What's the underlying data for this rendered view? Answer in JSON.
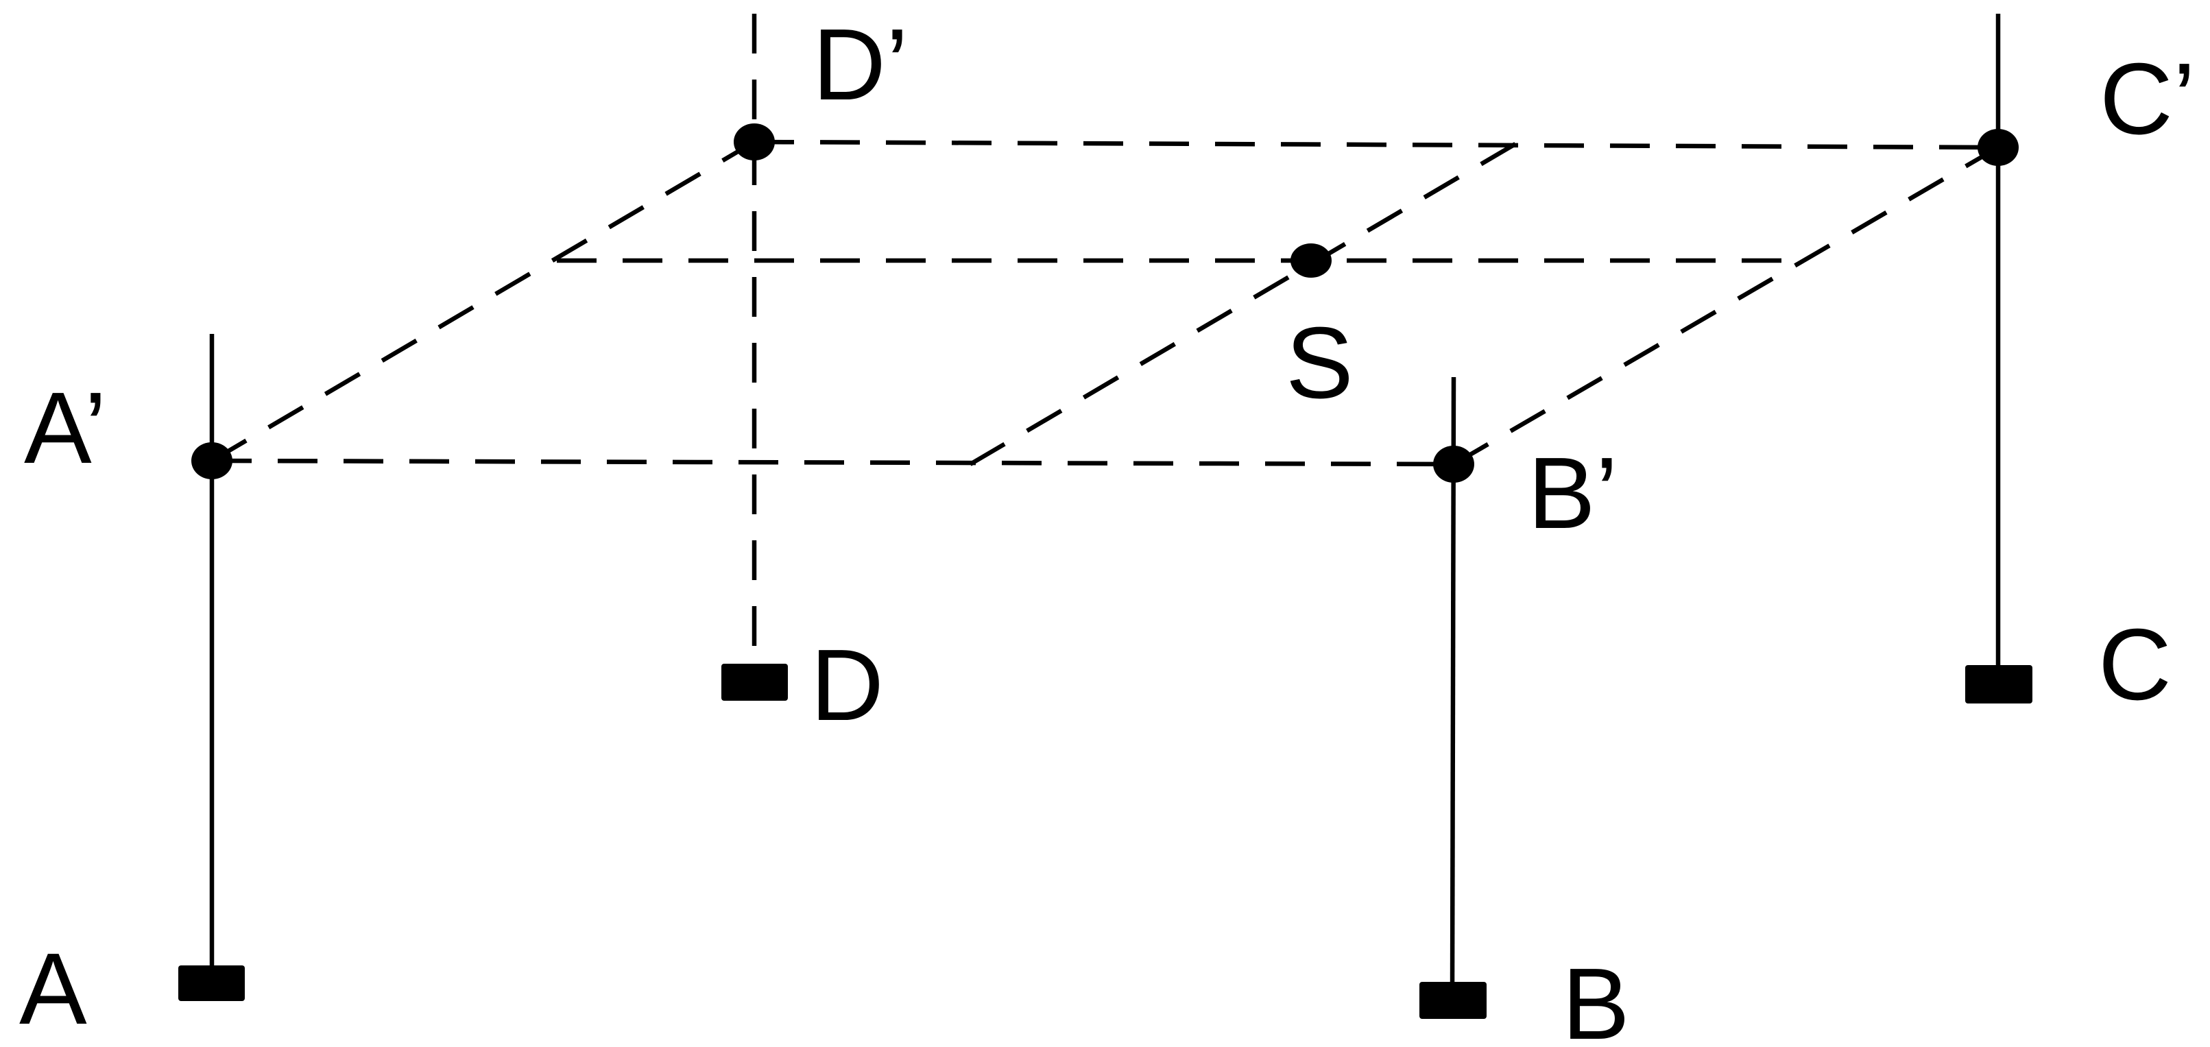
{
  "labels": {
    "A": "A",
    "A_prime": "A’",
    "B": "B",
    "B_prime": "B’",
    "C": "C",
    "C_prime": "C’",
    "D": "D",
    "D_prime": "D’",
    "S": "S"
  },
  "colors": {
    "ink": "#000000",
    "background": "#ffffff"
  }
}
